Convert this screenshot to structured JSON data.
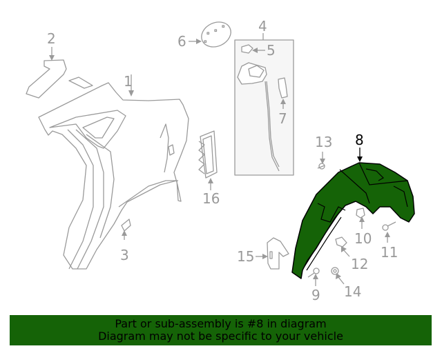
{
  "diagram": {
    "highlight_color": "#156307",
    "line_color": "#999999",
    "active_callout": "8",
    "callouts": [
      {
        "id": "1",
        "label": "1"
      },
      {
        "id": "2",
        "label": "2"
      },
      {
        "id": "3",
        "label": "3"
      },
      {
        "id": "4",
        "label": "4"
      },
      {
        "id": "5",
        "label": "5"
      },
      {
        "id": "6",
        "label": "6"
      },
      {
        "id": "7",
        "label": "7"
      },
      {
        "id": "8",
        "label": "8"
      },
      {
        "id": "9",
        "label": "9"
      },
      {
        "id": "10",
        "label": "10"
      },
      {
        "id": "11",
        "label": "11"
      },
      {
        "id": "12",
        "label": "12"
      },
      {
        "id": "13",
        "label": "13"
      },
      {
        "id": "14",
        "label": "14"
      },
      {
        "id": "15",
        "label": "15"
      },
      {
        "id": "16",
        "label": "16"
      }
    ]
  },
  "banner": {
    "line1": "Part or sub-assembly is #8 in diagram",
    "line2": "Diagram may not be specific to your vehicle",
    "background": "#156307"
  }
}
